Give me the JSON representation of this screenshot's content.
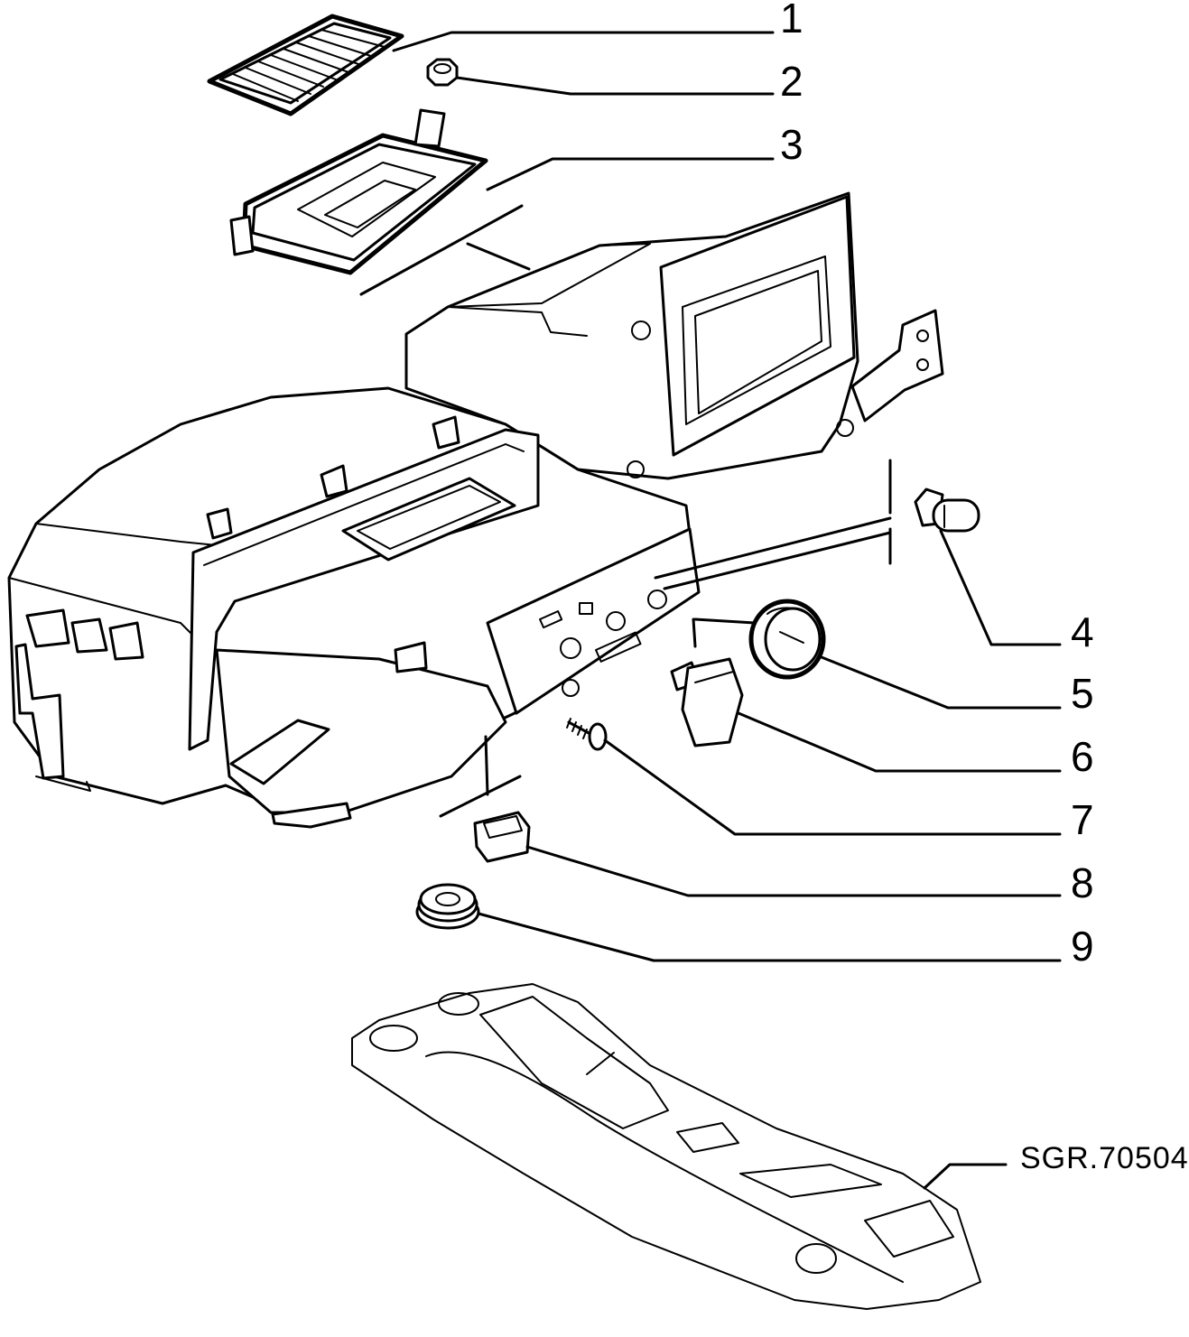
{
  "diagram": {
    "reference_code": "SGR.70504",
    "callouts": [
      {
        "number": "1",
        "part": "cabin-filter"
      },
      {
        "number": "2",
        "part": "nut"
      },
      {
        "number": "3",
        "part": "filter-housing"
      },
      {
        "number": "4",
        "part": "bulb"
      },
      {
        "number": "5",
        "part": "knob"
      },
      {
        "number": "6",
        "part": "switch-knob"
      },
      {
        "number": "7",
        "part": "screw"
      },
      {
        "number": "8",
        "part": "clip"
      },
      {
        "number": "9",
        "part": "grommet"
      }
    ]
  }
}
